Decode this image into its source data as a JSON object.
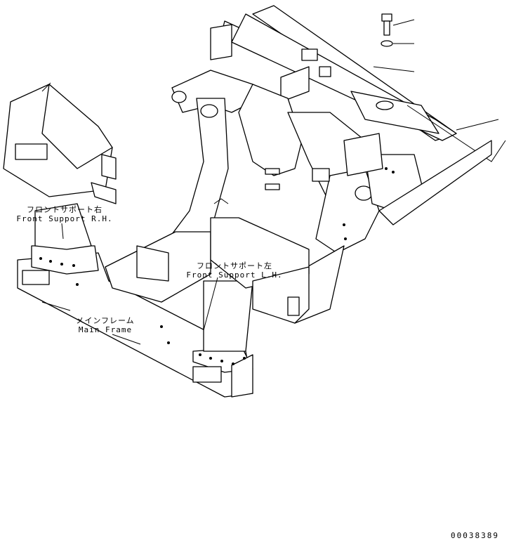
{
  "labels": {
    "front_support_rh_jp": "フロントサポート右",
    "front_support_rh_en": "Front Support R.H.",
    "front_support_lh_jp": "フロントサポート左",
    "front_support_lh_en": "Front Support L.H.",
    "main_frame_jp": "メインフレーム",
    "main_frame_en": "Main Frame"
  },
  "drawing_code": "00038389"
}
